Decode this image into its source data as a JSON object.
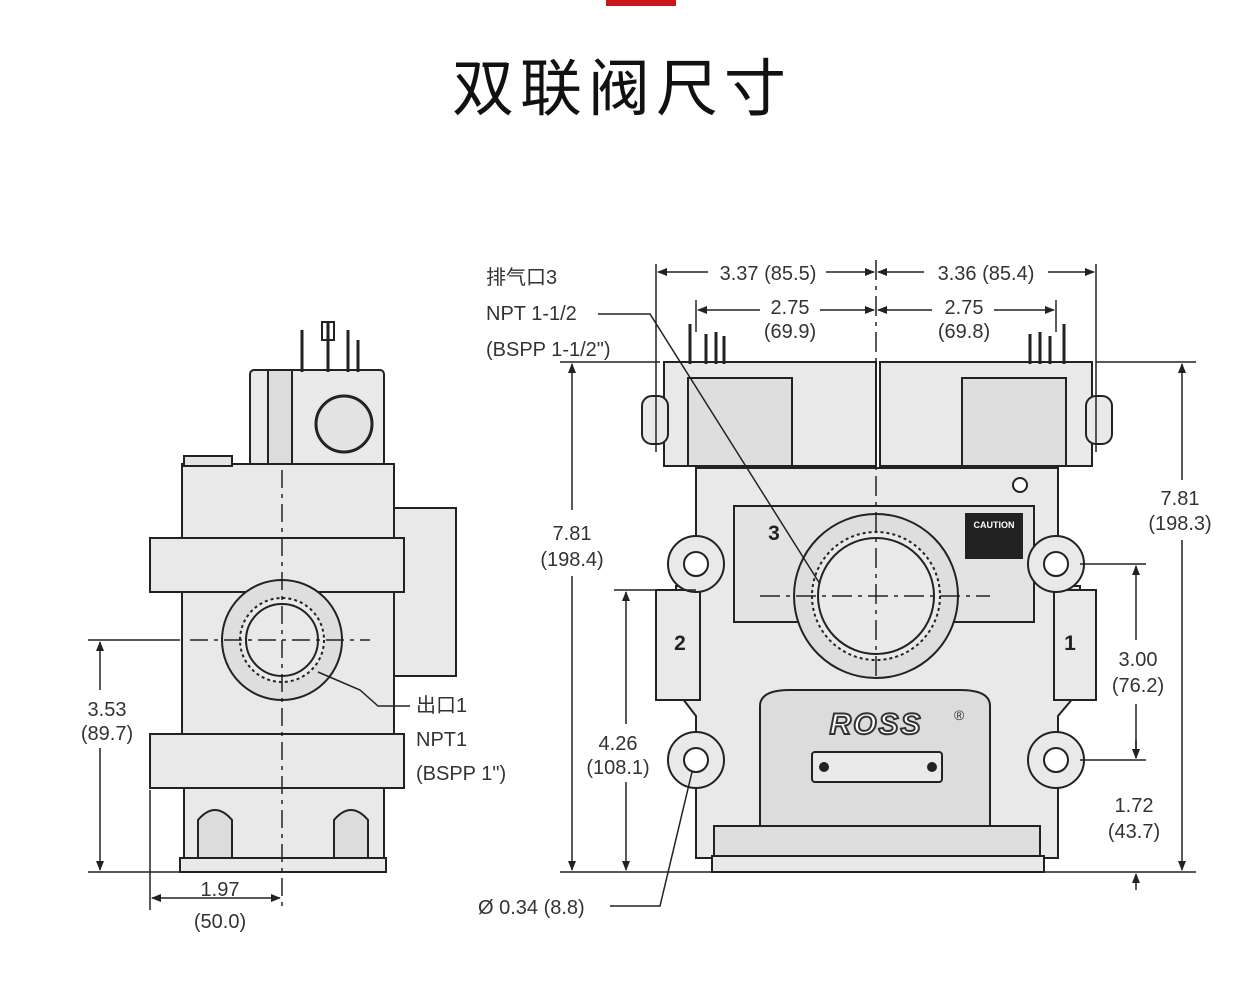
{
  "page": {
    "title": "双联阀尺寸",
    "accent_color": "#c8161d",
    "line_color": "#222222",
    "body_color": "#e9e9e9"
  },
  "side_view": {
    "outlet_label": "出口1",
    "outlet_thread_npt": "NPT1",
    "outlet_thread_bspp": "(BSPP 1\")",
    "height_in": "3.53",
    "height_mm": "(89.7)",
    "width_in": "1.97",
    "width_mm": "(50.0)"
  },
  "front_view": {
    "exhaust_label": "排气口3",
    "exhaust_npt": "NPT 1-1/2",
    "exhaust_bspp": "(BSPP 1-1/2\")",
    "left_width_in": "3.37 (85.5)",
    "right_width_in": "3.36 (85.4)",
    "left_inner_in": "2.75",
    "left_inner_mm": "(69.9)",
    "right_inner_in": "2.75",
    "right_inner_mm": "(69.8)",
    "left_height_in": "7.81",
    "left_height_mm": "(198.4)",
    "right_height_in": "7.81",
    "right_height_mm": "(198.3)",
    "port_center_in": "4.26",
    "port_center_mm": "(108.1)",
    "hole_spacing_in": "3.00",
    "hole_spacing_mm": "(76.2)",
    "hole_height_in": "1.72",
    "hole_height_mm": "(43.7)",
    "hole_diameter": "Ø 0.34 (8.8)",
    "port_1": "1",
    "port_2": "2",
    "port_3": "3",
    "brand": "ROSS",
    "registered_mark": "®",
    "caution": "CAUTION"
  }
}
